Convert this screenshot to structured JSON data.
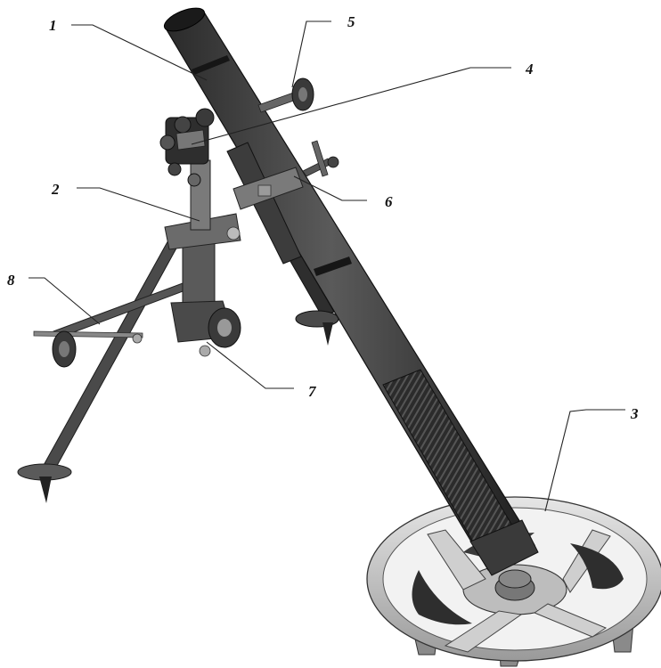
{
  "figure": {
    "callouts": [
      {
        "id": "1",
        "label": "1",
        "part": "barrel"
      },
      {
        "id": "2",
        "label": "2",
        "part": "bipod-elevating-column"
      },
      {
        "id": "3",
        "label": "3",
        "part": "baseplate"
      },
      {
        "id": "4",
        "label": "4",
        "part": "sight"
      },
      {
        "id": "5",
        "label": "5",
        "part": "traversing-handwheel"
      },
      {
        "id": "6",
        "label": "6",
        "part": "barrel-clamp"
      },
      {
        "id": "7",
        "label": "7",
        "part": "elevating-mechanism"
      },
      {
        "id": "8",
        "label": "8",
        "part": "bipod-leg-brace"
      }
    ],
    "colors": {
      "metal_dark": "#3a3a3a",
      "metal_mid": "#6b6b6b",
      "metal_light": "#b5b5b5",
      "baseplate": "#d4d4d4",
      "background": "#ffffff"
    }
  }
}
